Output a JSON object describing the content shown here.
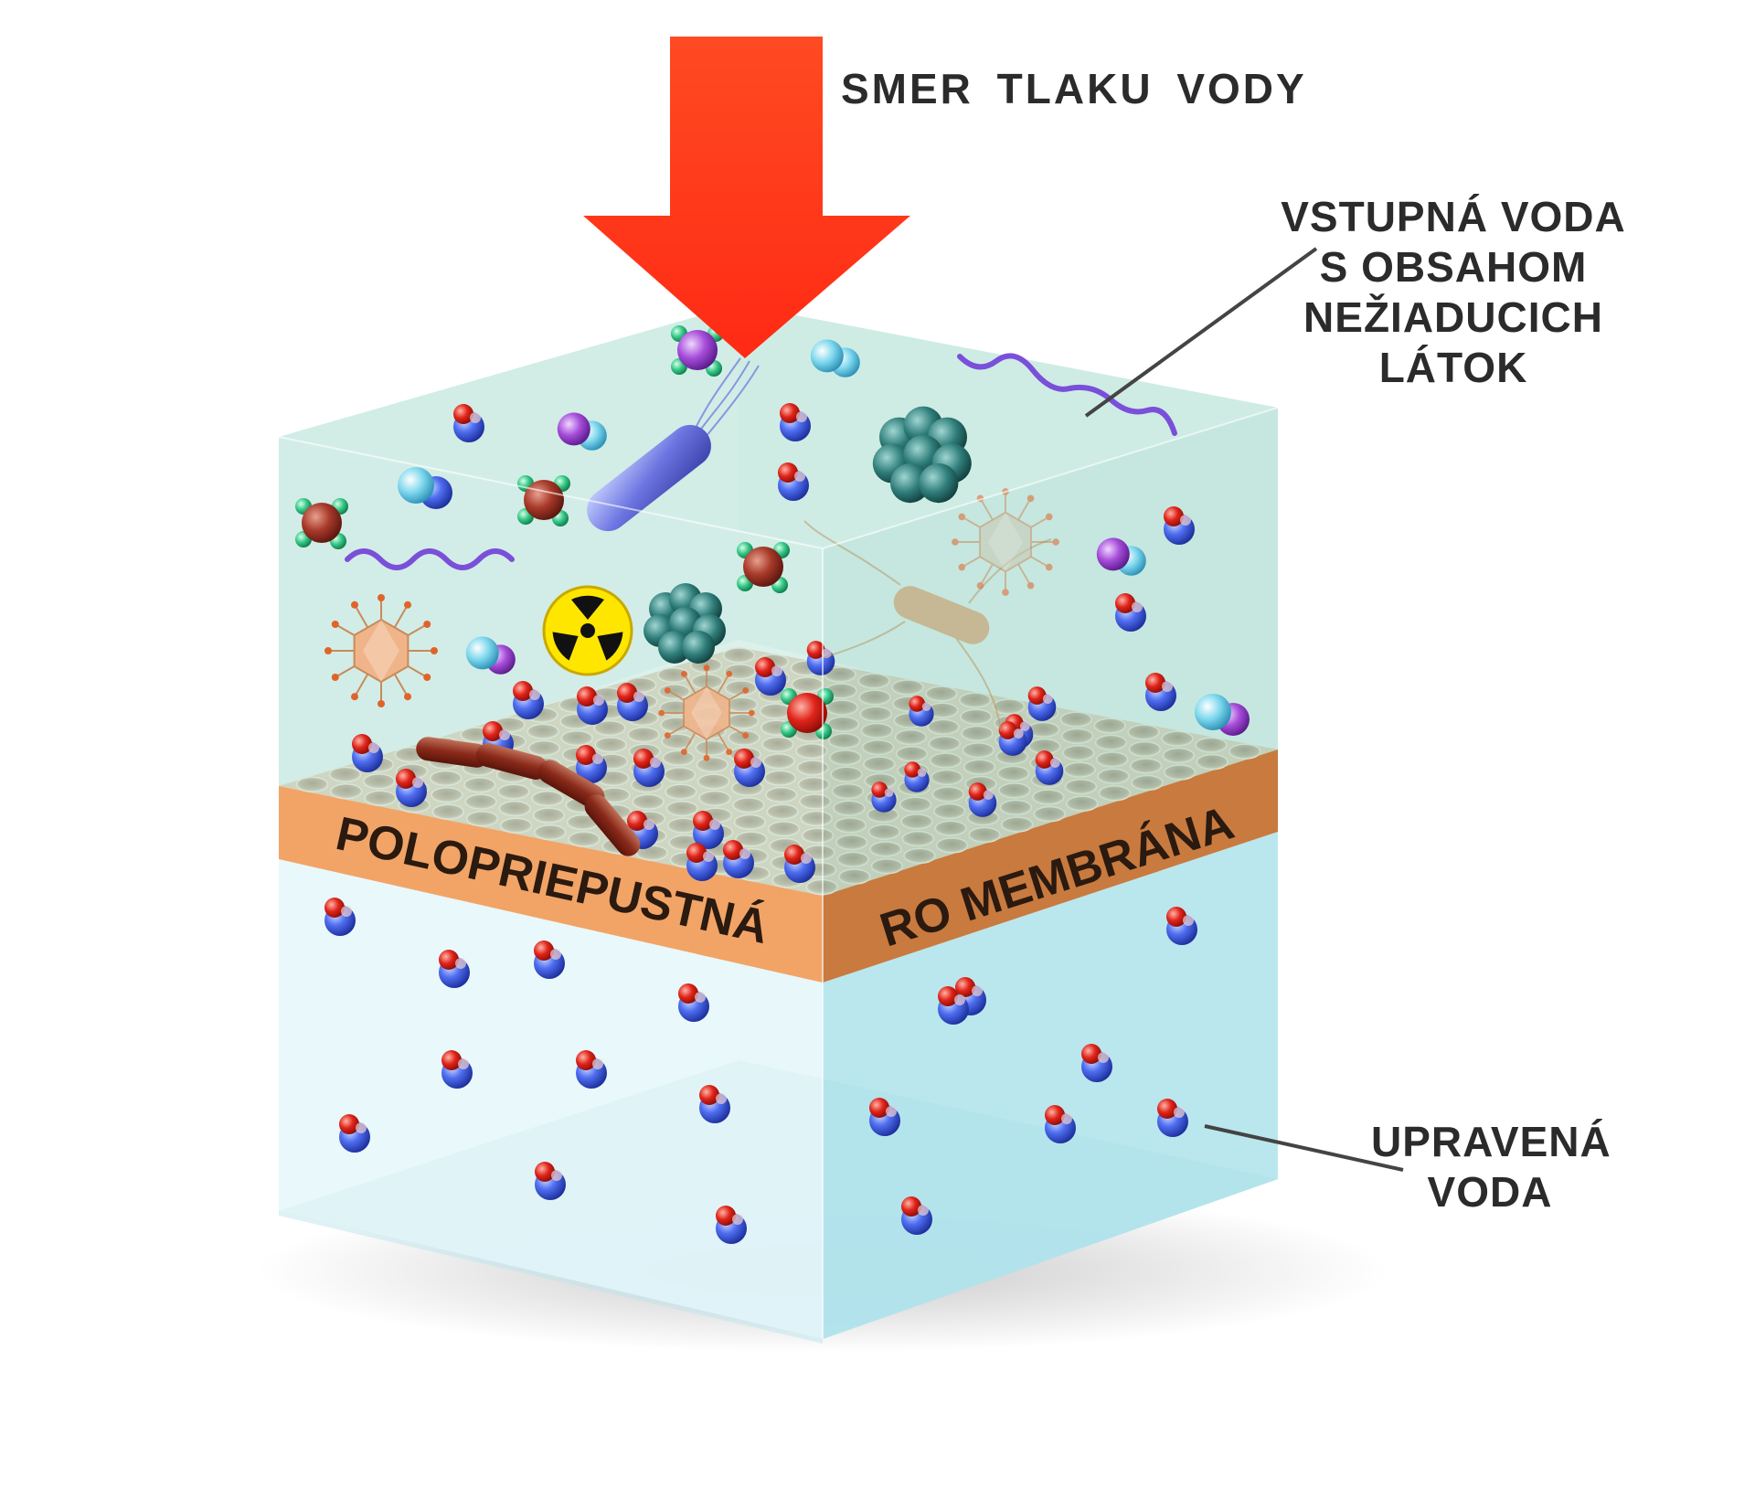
{
  "labels": {
    "pressure": "SMER  TLAKU  VODY",
    "feed_water": [
      "VSTUPNÁ VODA",
      "S OBSAHOM",
      "NEŽIADUCICH",
      "LÁTOK"
    ],
    "treated_water": [
      "UPRAVENÁ",
      "VODA"
    ],
    "membrane_front": "POLOPRIEPUSTNÁ",
    "membrane_side": "RO  MEMBRÁNA"
  },
  "colors": {
    "arrow": "#ff3b1f",
    "feed_water": "#bfe6dc",
    "treated_water": "#c8eef2",
    "membrane_edge": "#f2a466",
    "membrane_surface": "#d9b48f",
    "water_molecule_oxygen": "#d91c1c",
    "water_molecule_blue": "#3b5bd9"
  },
  "icons": [
    "down-arrow-icon",
    "radiation-icon",
    "bacteria-icon",
    "virus-icon",
    "water-molecule-icon"
  ]
}
